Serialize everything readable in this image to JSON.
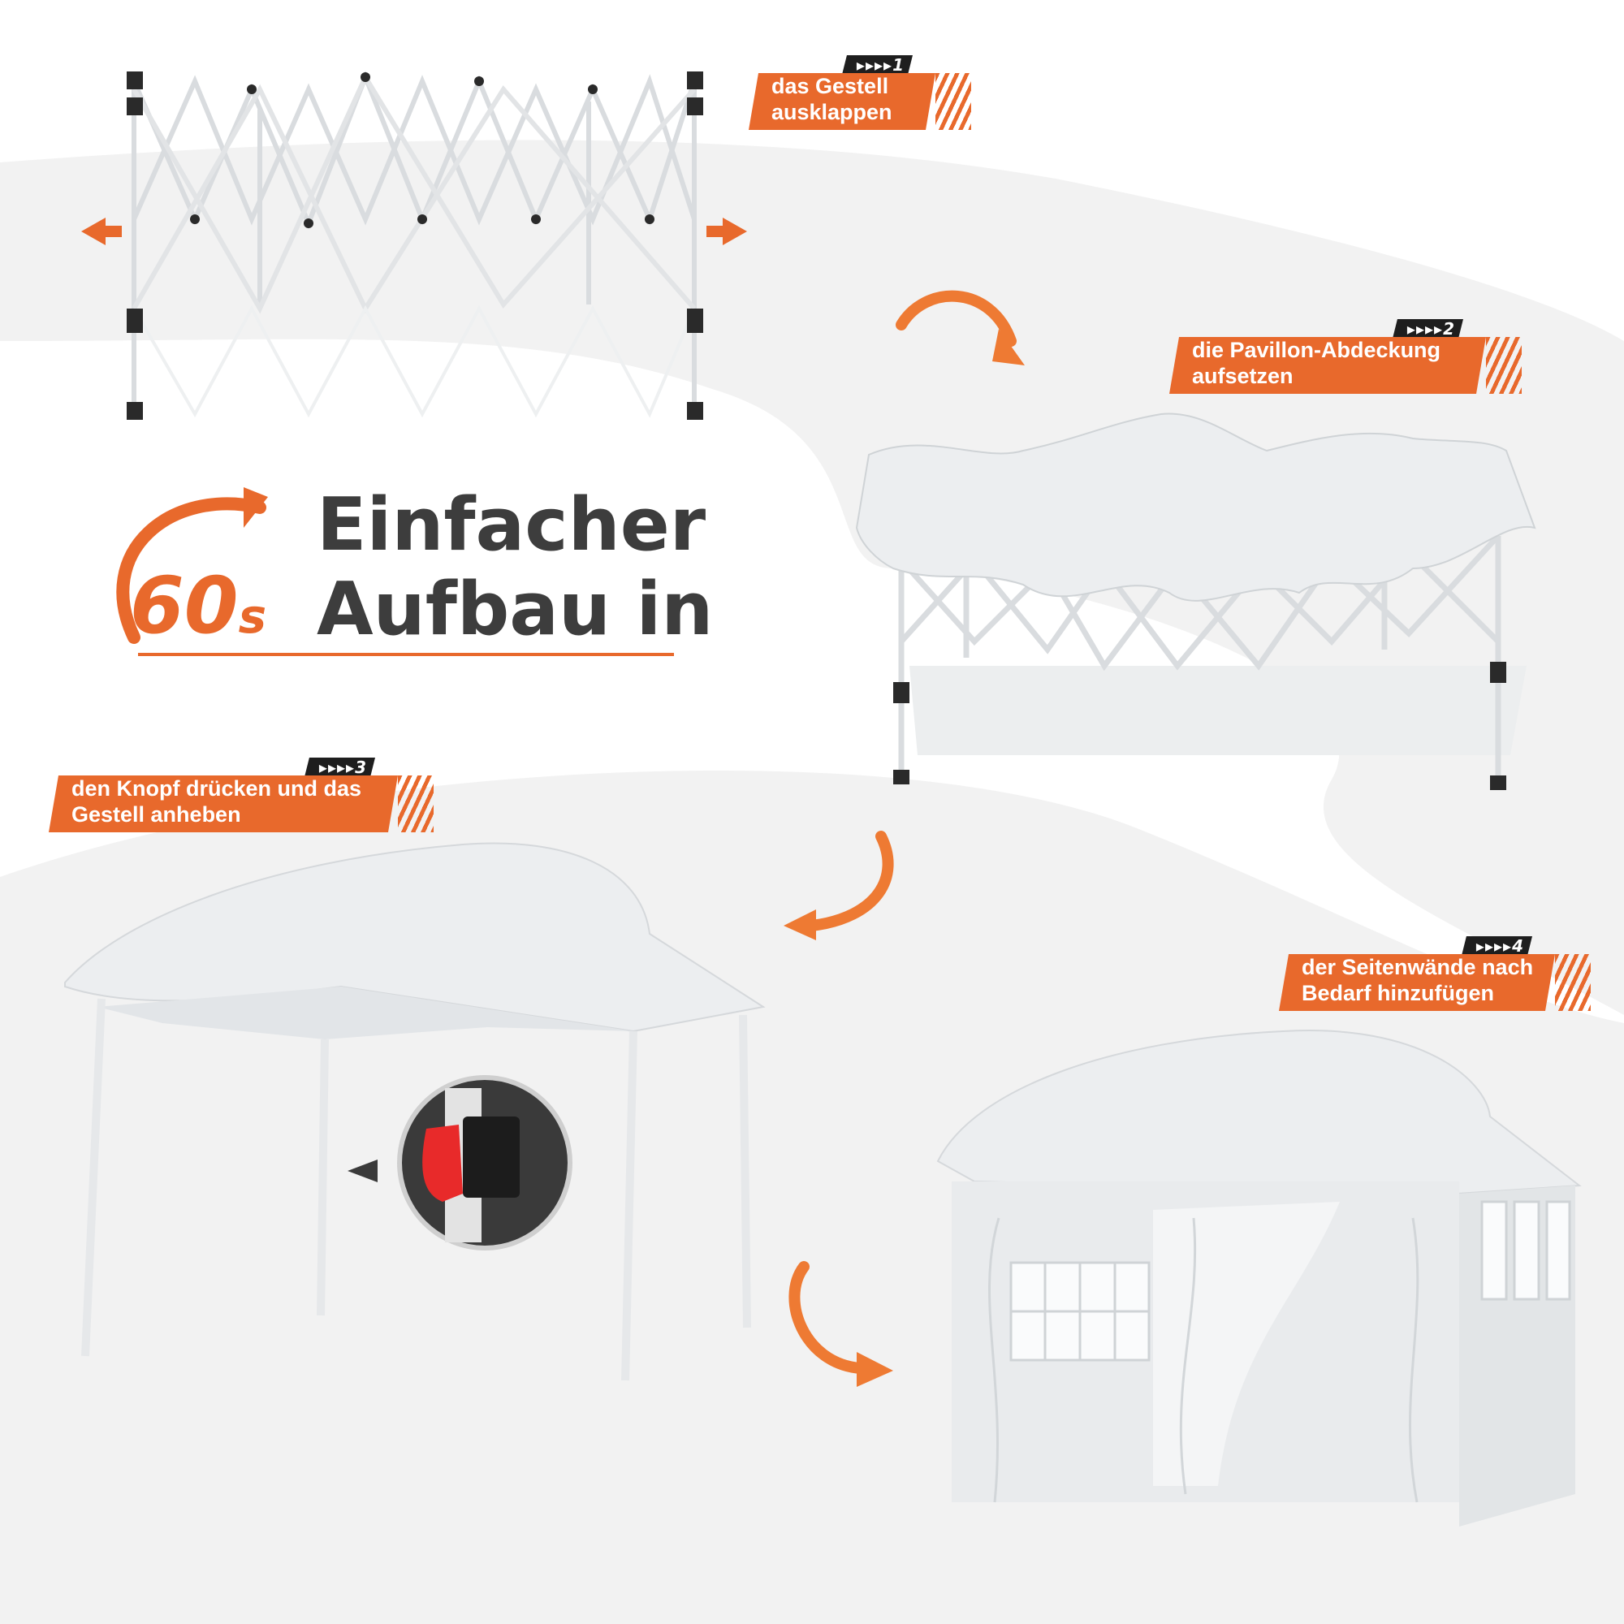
{
  "headline": {
    "line1": "Einfacher",
    "line2": "Aufbau in",
    "time_value": "60",
    "time_unit": "s"
  },
  "steps": [
    {
      "number": "▸▸▸▸1",
      "label_line1": "das Gestell",
      "label_line2": "ausklappen"
    },
    {
      "number": "▸▸▸▸2",
      "label_line1": "die Pavillon-Abdeckung",
      "label_line2": "aufsetzen"
    },
    {
      "number": "▸▸▸▸3",
      "label_line1": "den Knopf drücken und das",
      "label_line2": "Gestell anheben"
    },
    {
      "number": "▸▸▸▸4",
      "label_line1": "der Seitenwände nach",
      "label_line2": "Bedarf hinzufügen"
    }
  ],
  "colors": {
    "accent": "#e8692c",
    "dark": "#1e1e1e",
    "text": "#3d3d3d",
    "band": "#f2f2f2",
    "canopy": "#eceef0",
    "button": "#e82a2a"
  }
}
